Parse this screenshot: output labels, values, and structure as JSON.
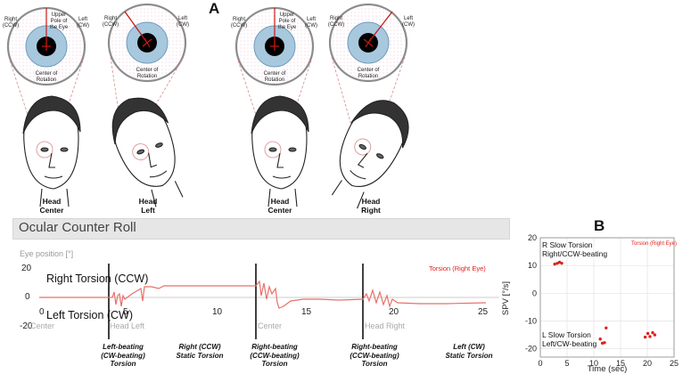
{
  "panel_a": {
    "letter": "A",
    "eyes": [
      {
        "right_label": "Right (CCW)",
        "left_label": "Left (CW)",
        "pole_label": "Upper Pole of the Eye",
        "center_label": "Center of Rotation"
      },
      {
        "right_label": "Right (CCW)",
        "left_label": "Left (CW)",
        "center_label": "Center of Rotation"
      },
      {
        "right_label": "Right (CCW)",
        "left_label": "Left (CW)",
        "pole_label": "Upper Pole of the Eye",
        "center_label": "Center of Rotation"
      },
      {
        "right_label": "Right (CCW)",
        "left_label": "Left (CW)",
        "center_label": "Center of Rotation"
      }
    ],
    "heads": [
      {
        "caption_1": "Head",
        "caption_2": "Center"
      },
      {
        "caption_1": "Head",
        "caption_2": "Left"
      },
      {
        "caption_1": "Head",
        "caption_2": "Center"
      },
      {
        "caption_1": "Head",
        "caption_2": "Right"
      }
    ]
  },
  "ocr": {
    "title": "Ocular Counter Roll",
    "ylabel": "Eye position [°]",
    "y_ticks": [
      "20",
      "0",
      "-20"
    ],
    "x_ticks": [
      "0",
      "5",
      "10",
      "15",
      "20",
      "25"
    ],
    "right_torsion": "Right Torsion (CCW)",
    "left_torsion": "Left Torsion (CW)",
    "legend": "Torsion (Right Eye)",
    "conditions": [
      "Center",
      "Head Left",
      "Center",
      "Head Right"
    ],
    "descriptions": [
      {
        "line1": "Left-beating",
        "line2": "(CW-beating)",
        "line3": "Torsion"
      },
      {
        "line1": "Right (CCW)",
        "line2": "Static Torsion"
      },
      {
        "line1": "Right-beating",
        "line2": "(CCW-beating)",
        "line3": "Torsion"
      },
      {
        "line1": "Right-beating",
        "line2": "(CCW-beating)",
        "line3": "Torsion"
      },
      {
        "line1": "Left (CW)",
        "line2": "Static Torsion"
      }
    ],
    "colors": {
      "trace": "#e8706a",
      "bar": "#e6e6e6",
      "marker": "#111111"
    }
  },
  "panel_b": {
    "letter": "B",
    "legend": "Torsion (Right Eye)",
    "annotation_top_1": "R Slow Torsion",
    "annotation_top_2": "Right/CCW-beating",
    "annotation_bottom_1": "L Slow Torsion",
    "annotation_bottom_2": "Left/CW-beating",
    "marker_color": "#e0201c"
  },
  "chart_data": {
    "type": "scatter",
    "xlabel": "Time (sec)",
    "ylabel": "SPV [°/s]",
    "x_ticks": [
      "0",
      "5",
      "10",
      "15",
      "20",
      "25"
    ],
    "y_ticks": [
      "20",
      "10",
      "0",
      "-10",
      "-20"
    ],
    "xlim": [
      0,
      25
    ],
    "ylim": [
      -23,
      20
    ],
    "grid": true,
    "series": [
      {
        "name": "Torsion (Right Eye)",
        "x": [
          2.7,
          3.2,
          3.6,
          4.0,
          11.2,
          11.6,
          12.0,
          12.3,
          19.6,
          20.1,
          20.5,
          21.0,
          21.4
        ],
        "y": [
          10.5,
          10.8,
          11.2,
          10.8,
          -16.5,
          -18.0,
          -17.8,
          -12.5,
          -15.8,
          -14.5,
          -15.6,
          -14.2,
          -15.0
        ]
      }
    ]
  }
}
